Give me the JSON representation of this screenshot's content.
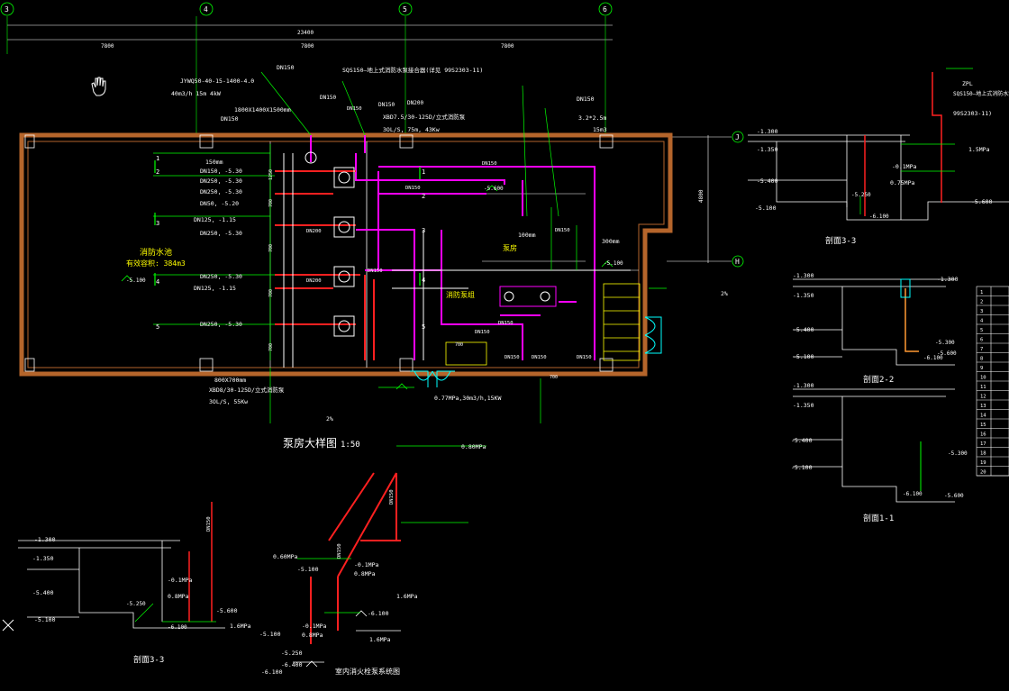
{
  "drawing": {
    "grid_labels": [
      "3",
      "4",
      "5",
      "6",
      "J",
      "H"
    ],
    "overall_dimension": "23400",
    "bay_dimensions": [
      "7800",
      "7800",
      "7800"
    ],
    "side_dimension": "4800",
    "main_title": "泵房大样图",
    "main_scale": "1:50"
  },
  "plan_labels": {
    "top_notes": [
      "DN150",
      "DN150",
      "SQS150—地上式消防水泵接合器(详见 99S2303-11)",
      "XBD7.5/30-125D/立式消防泵",
      "3OL/S, 75m, 43Kw",
      "DN150",
      "DN200",
      "DN150",
      "DN150",
      "3.2*2.5m",
      "15m3"
    ],
    "pump_note_1": "JYWQ50-40-15-1400-4.0",
    "pump_note_2": "40m3/h 15m 4kW",
    "sump_note": "1800X1400X1500mm",
    "left_pipe_notes": [
      "150mm",
      "DN150, -5.30",
      "DN250, -5.30",
      "DN250, -5.30",
      "DN50, -5.20",
      "DN125, -1.15",
      "DN250, -5.30",
      "DN250, -5.30",
      "DN125, -1.15",
      "DN250, -5.30"
    ],
    "pool_label": "消防水池",
    "pool_volume": "有效容积: 384m3",
    "hall_label": "泵房",
    "floor_label": "消防泵组",
    "pit_notes": [
      "100mm",
      "300mm"
    ],
    "bottom_notes": [
      "800X700mm",
      "XBD8/30-125D/立式消防泵",
      "3OL/S, 55Kw",
      "2%"
    ],
    "bottom_right_note": "0.77MPa,30m3/h,15KW",
    "level_marks": [
      "-5.600",
      "-5.100",
      "-5.100"
    ],
    "side_note": "2%",
    "pipe_size_tags": [
      "DN150",
      "DN150",
      "DN150",
      "DN200",
      "DN200",
      "DN150",
      "DN150",
      "DN150",
      "DN150",
      "DN150",
      "DN150",
      "DN150"
    ],
    "seg_dims": [
      "1250",
      "700",
      "700",
      "700",
      "700",
      "700",
      "700"
    ],
    "pipe_numbers": [
      "1",
      "2",
      "3",
      "4",
      "5",
      "1",
      "2",
      "3",
      "4",
      "5"
    ]
  },
  "section_3_3_top": {
    "title": "剖面3-3",
    "levels": [
      "-1.300",
      "-1.350",
      "-5.400",
      "-5.100",
      "-5.250",
      "-6.100",
      "-5.600"
    ],
    "notes": [
      "SQS150—地上式消防水泵接合器",
      "99S2303-11)",
      "1.5MPa",
      "-0.1MPa",
      "0.75MPa",
      "ZPL"
    ]
  },
  "section_2_2": {
    "title": "剖面2-2",
    "levels": [
      "-1.300",
      "-1.350",
      "-5.400",
      "-5.100",
      "-5.300",
      "-5.600",
      "-6.100",
      "-1.300"
    ]
  },
  "section_1_1": {
    "title": "剖面1-1",
    "levels": [
      "-1.300",
      "-1.350",
      "-5.400",
      "-5.100",
      "-5.300",
      "-5.600",
      "-6.100"
    ]
  },
  "section_3_3_bottom": {
    "title": "剖面3-3",
    "levels": [
      "-1.300",
      "-1.350",
      "-5.400",
      "-5.100",
      "-5.250",
      "-6.100",
      "-5.600"
    ],
    "notes": [
      "-0.1MPa",
      "0.8MPa",
      "1.6MPa"
    ]
  },
  "system_diagram": {
    "title": "室内消火栓泵系统图",
    "notes": [
      "0.80MPa",
      "0.60MPa",
      "-5.100",
      "-0.1MPa",
      "0.8MPa",
      "1.6MPa",
      "-0.1MPa",
      "0.8MPa",
      "1.6MPa",
      "-5.100",
      "-5.250",
      "-6.100",
      "-6.400",
      "-6.100",
      "DN150",
      "DN150",
      "DN150"
    ]
  },
  "table": {
    "row_numbers": [
      "1",
      "2",
      "3",
      "4",
      "5",
      "6",
      "7",
      "8",
      "9",
      "10",
      "11",
      "12",
      "13",
      "14",
      "15",
      "16",
      "17",
      "18",
      "19",
      "20"
    ]
  },
  "colors": {
    "background": "#000000",
    "wall": "#b5652b",
    "text": "#ffffff",
    "annotation": "#00ff00",
    "pipe_fire": "#ff00ff",
    "pipe_red": "#ff2020",
    "accent": "#00ffff",
    "highlight": "#ffff00"
  },
  "icons": [
    "hand-pan-icon",
    "cross-cursor-icon"
  ]
}
